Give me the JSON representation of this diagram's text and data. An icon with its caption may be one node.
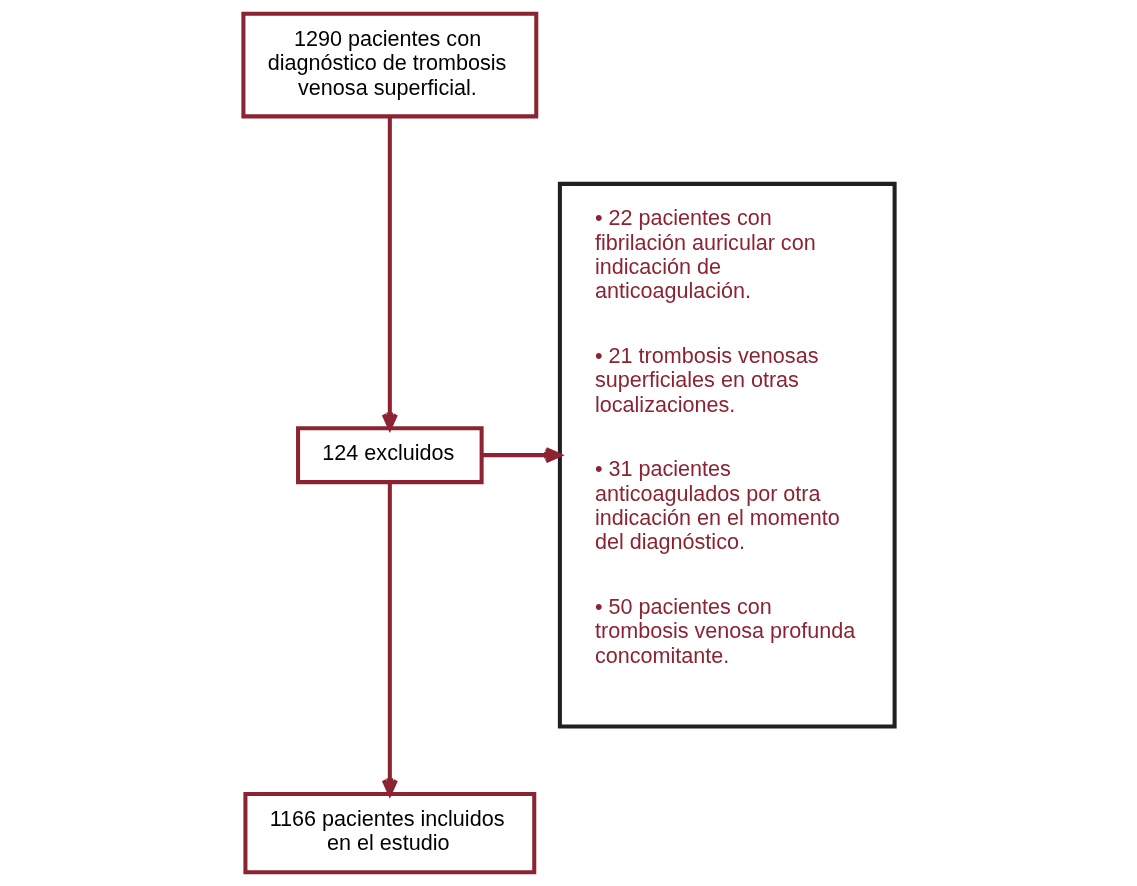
{
  "diagram": {
    "nodes": [
      {
        "text": [
          "1290 pacientes con diagnóstico de trombosis venosa superficial."
        ]
      },
      {
        "text": [
          "124 excluidos"
        ]
      },
      {
        "text": [
          "1166 pacientes incluidos en el estudio"
        ]
      },
      {
        "text": [
          "• 22 pacientes con fibrilación auricular con indicación de anticoagulación.",
          "• 21 trombosis venosas superficiales en otras localizaciones.",
          "• 31 pacientes anticoagulados por otra indicación en el momento del diagnóstico.",
          "• 50 pacientes con trombosis venosa profunda concomitante."
        ]
      }
    ],
    "edges": [
      {
        "from": 0,
        "to": 1,
        "arrow": "to"
      },
      {
        "from": 1,
        "to": 2,
        "arrow": "to"
      },
      {
        "from": 1,
        "to": 3,
        "arrow": "to"
      }
    ]
  }
}
